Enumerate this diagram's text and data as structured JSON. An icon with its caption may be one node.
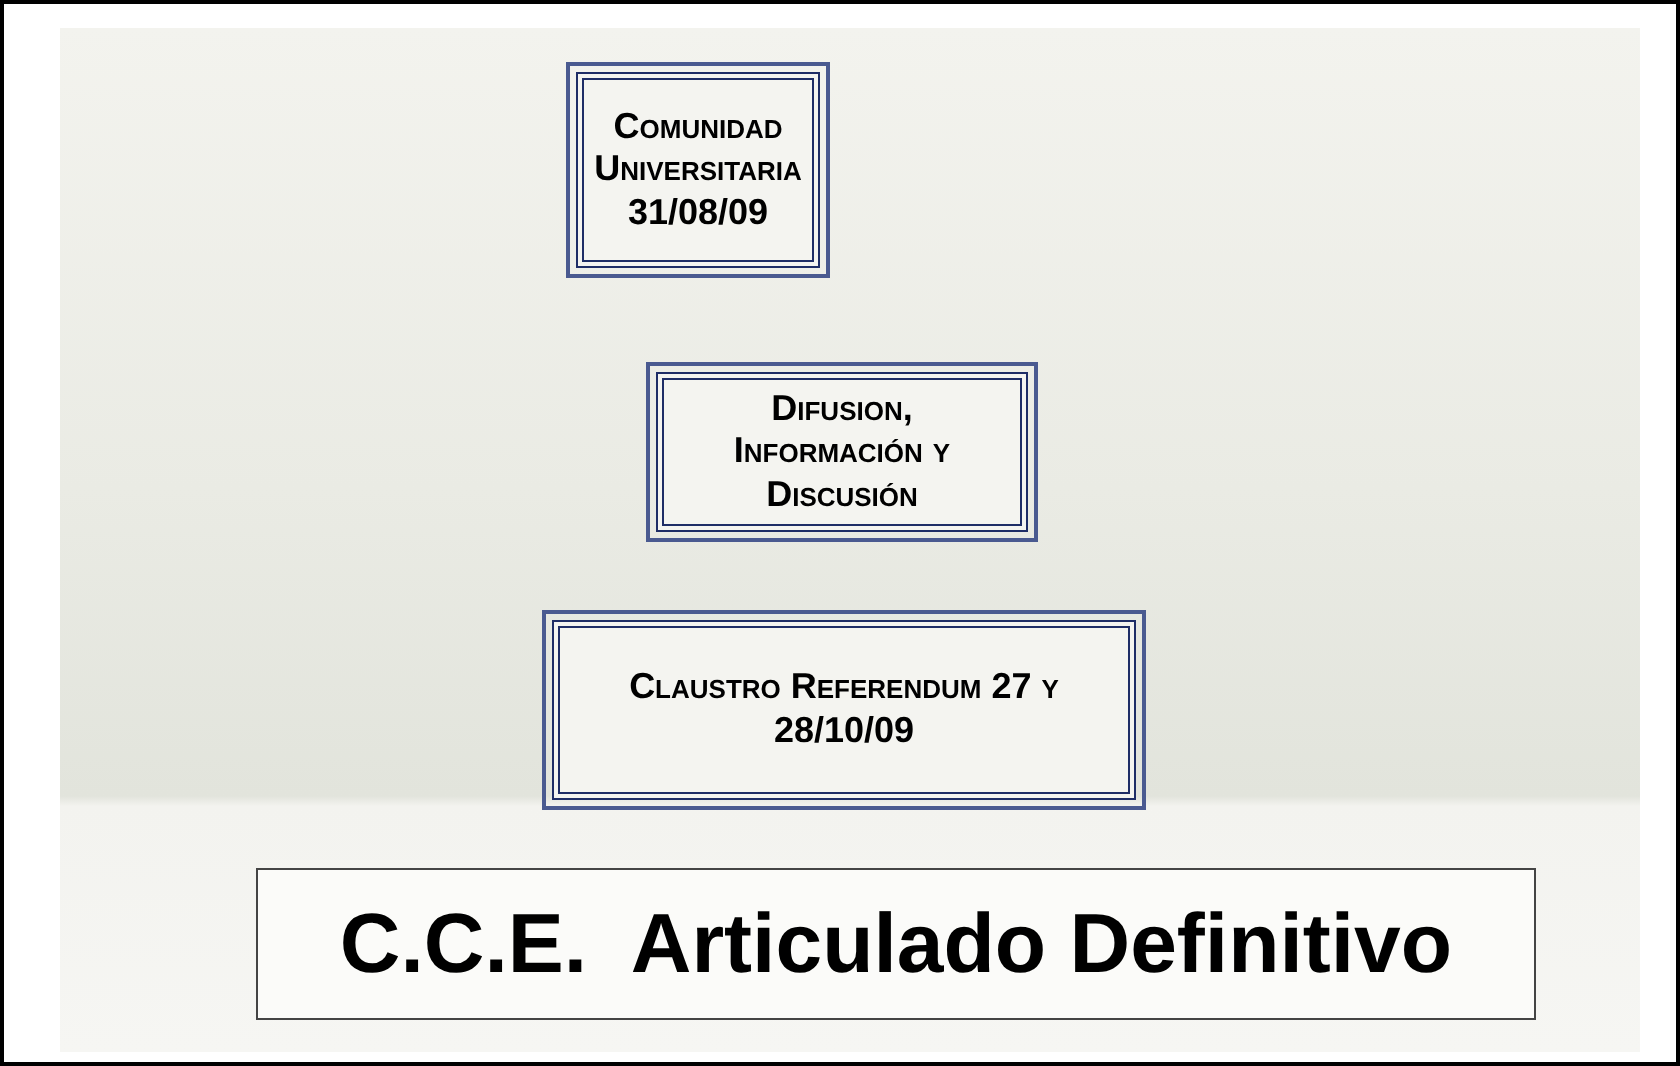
{
  "diagram": {
    "nodes": [
      {
        "text": [
          "Comunidad Universitaria 31/08/09"
        ]
      },
      {
        "text": [
          "Difusion, Información y Discusión"
        ]
      },
      {
        "text": [
          "Claustro Referendum 27 y 28/10/09"
        ]
      },
      {
        "text": [
          "C.C.E.  Articulado Definitivo"
        ]
      }
    ],
    "edges": []
  }
}
